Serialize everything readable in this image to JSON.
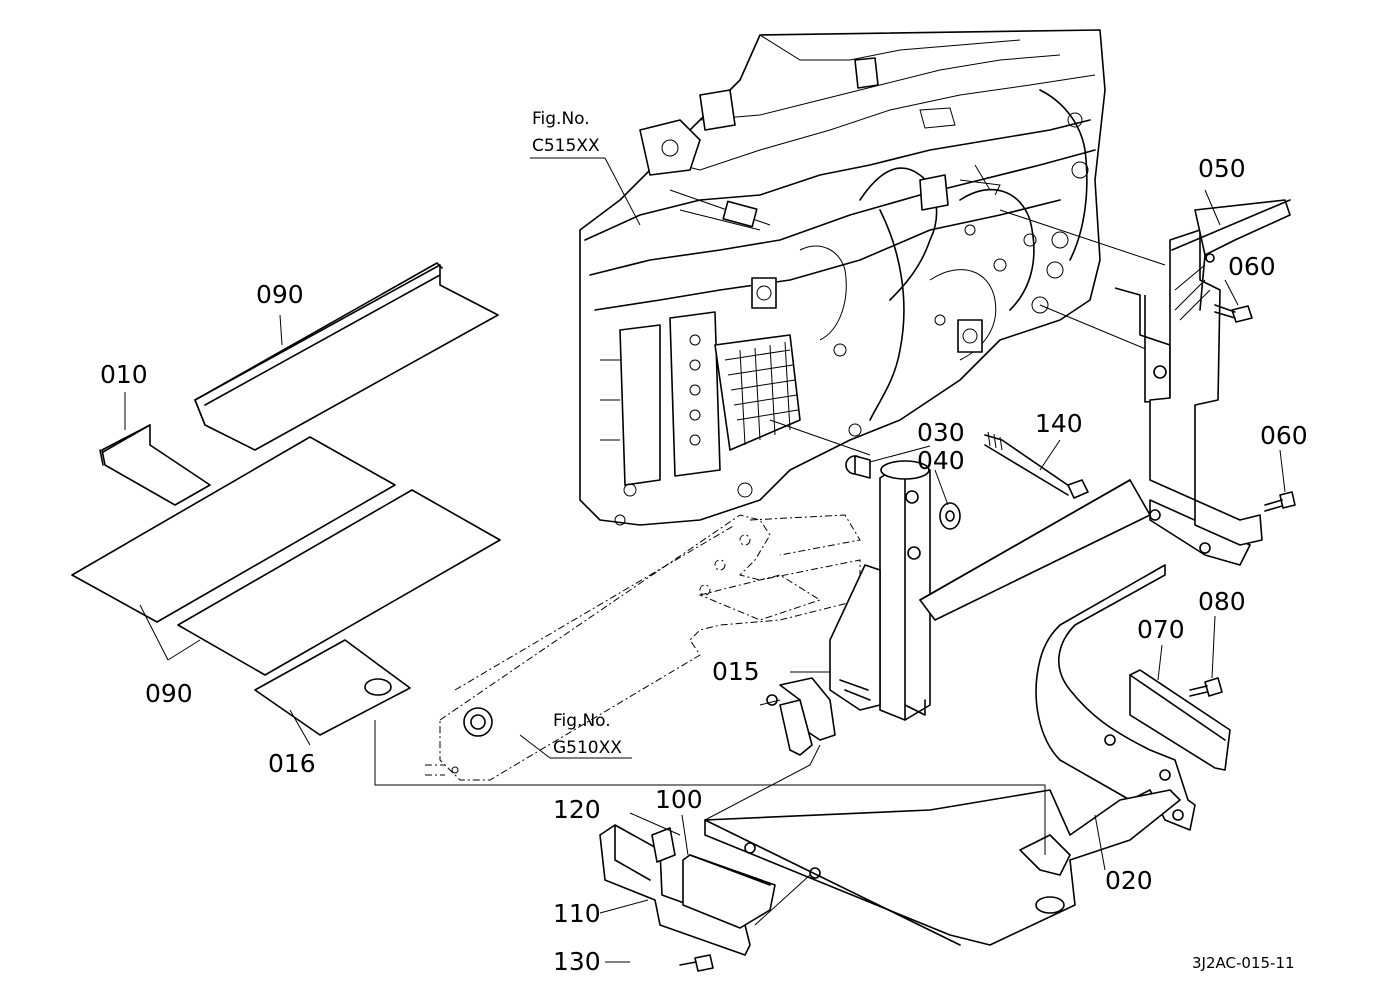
{
  "labels": {
    "p090a": "090",
    "p010": "010",
    "p090b": "090",
    "p016": "016",
    "p050": "050",
    "p060a": "060",
    "p060b": "060",
    "p030": "030",
    "p040": "040",
    "p140": "140",
    "p015": "015",
    "p080": "080",
    "p070": "070",
    "p020": "020",
    "p120": "120",
    "p100": "100",
    "p110": "110",
    "p130": "130"
  },
  "references": {
    "ref1_line1": "Fig.No.",
    "ref1_line2": "C515XX",
    "ref2_line1": "Fig.No.",
    "ref2_line2": "G510XX"
  },
  "drawing_code": "3J2AC-015-11"
}
